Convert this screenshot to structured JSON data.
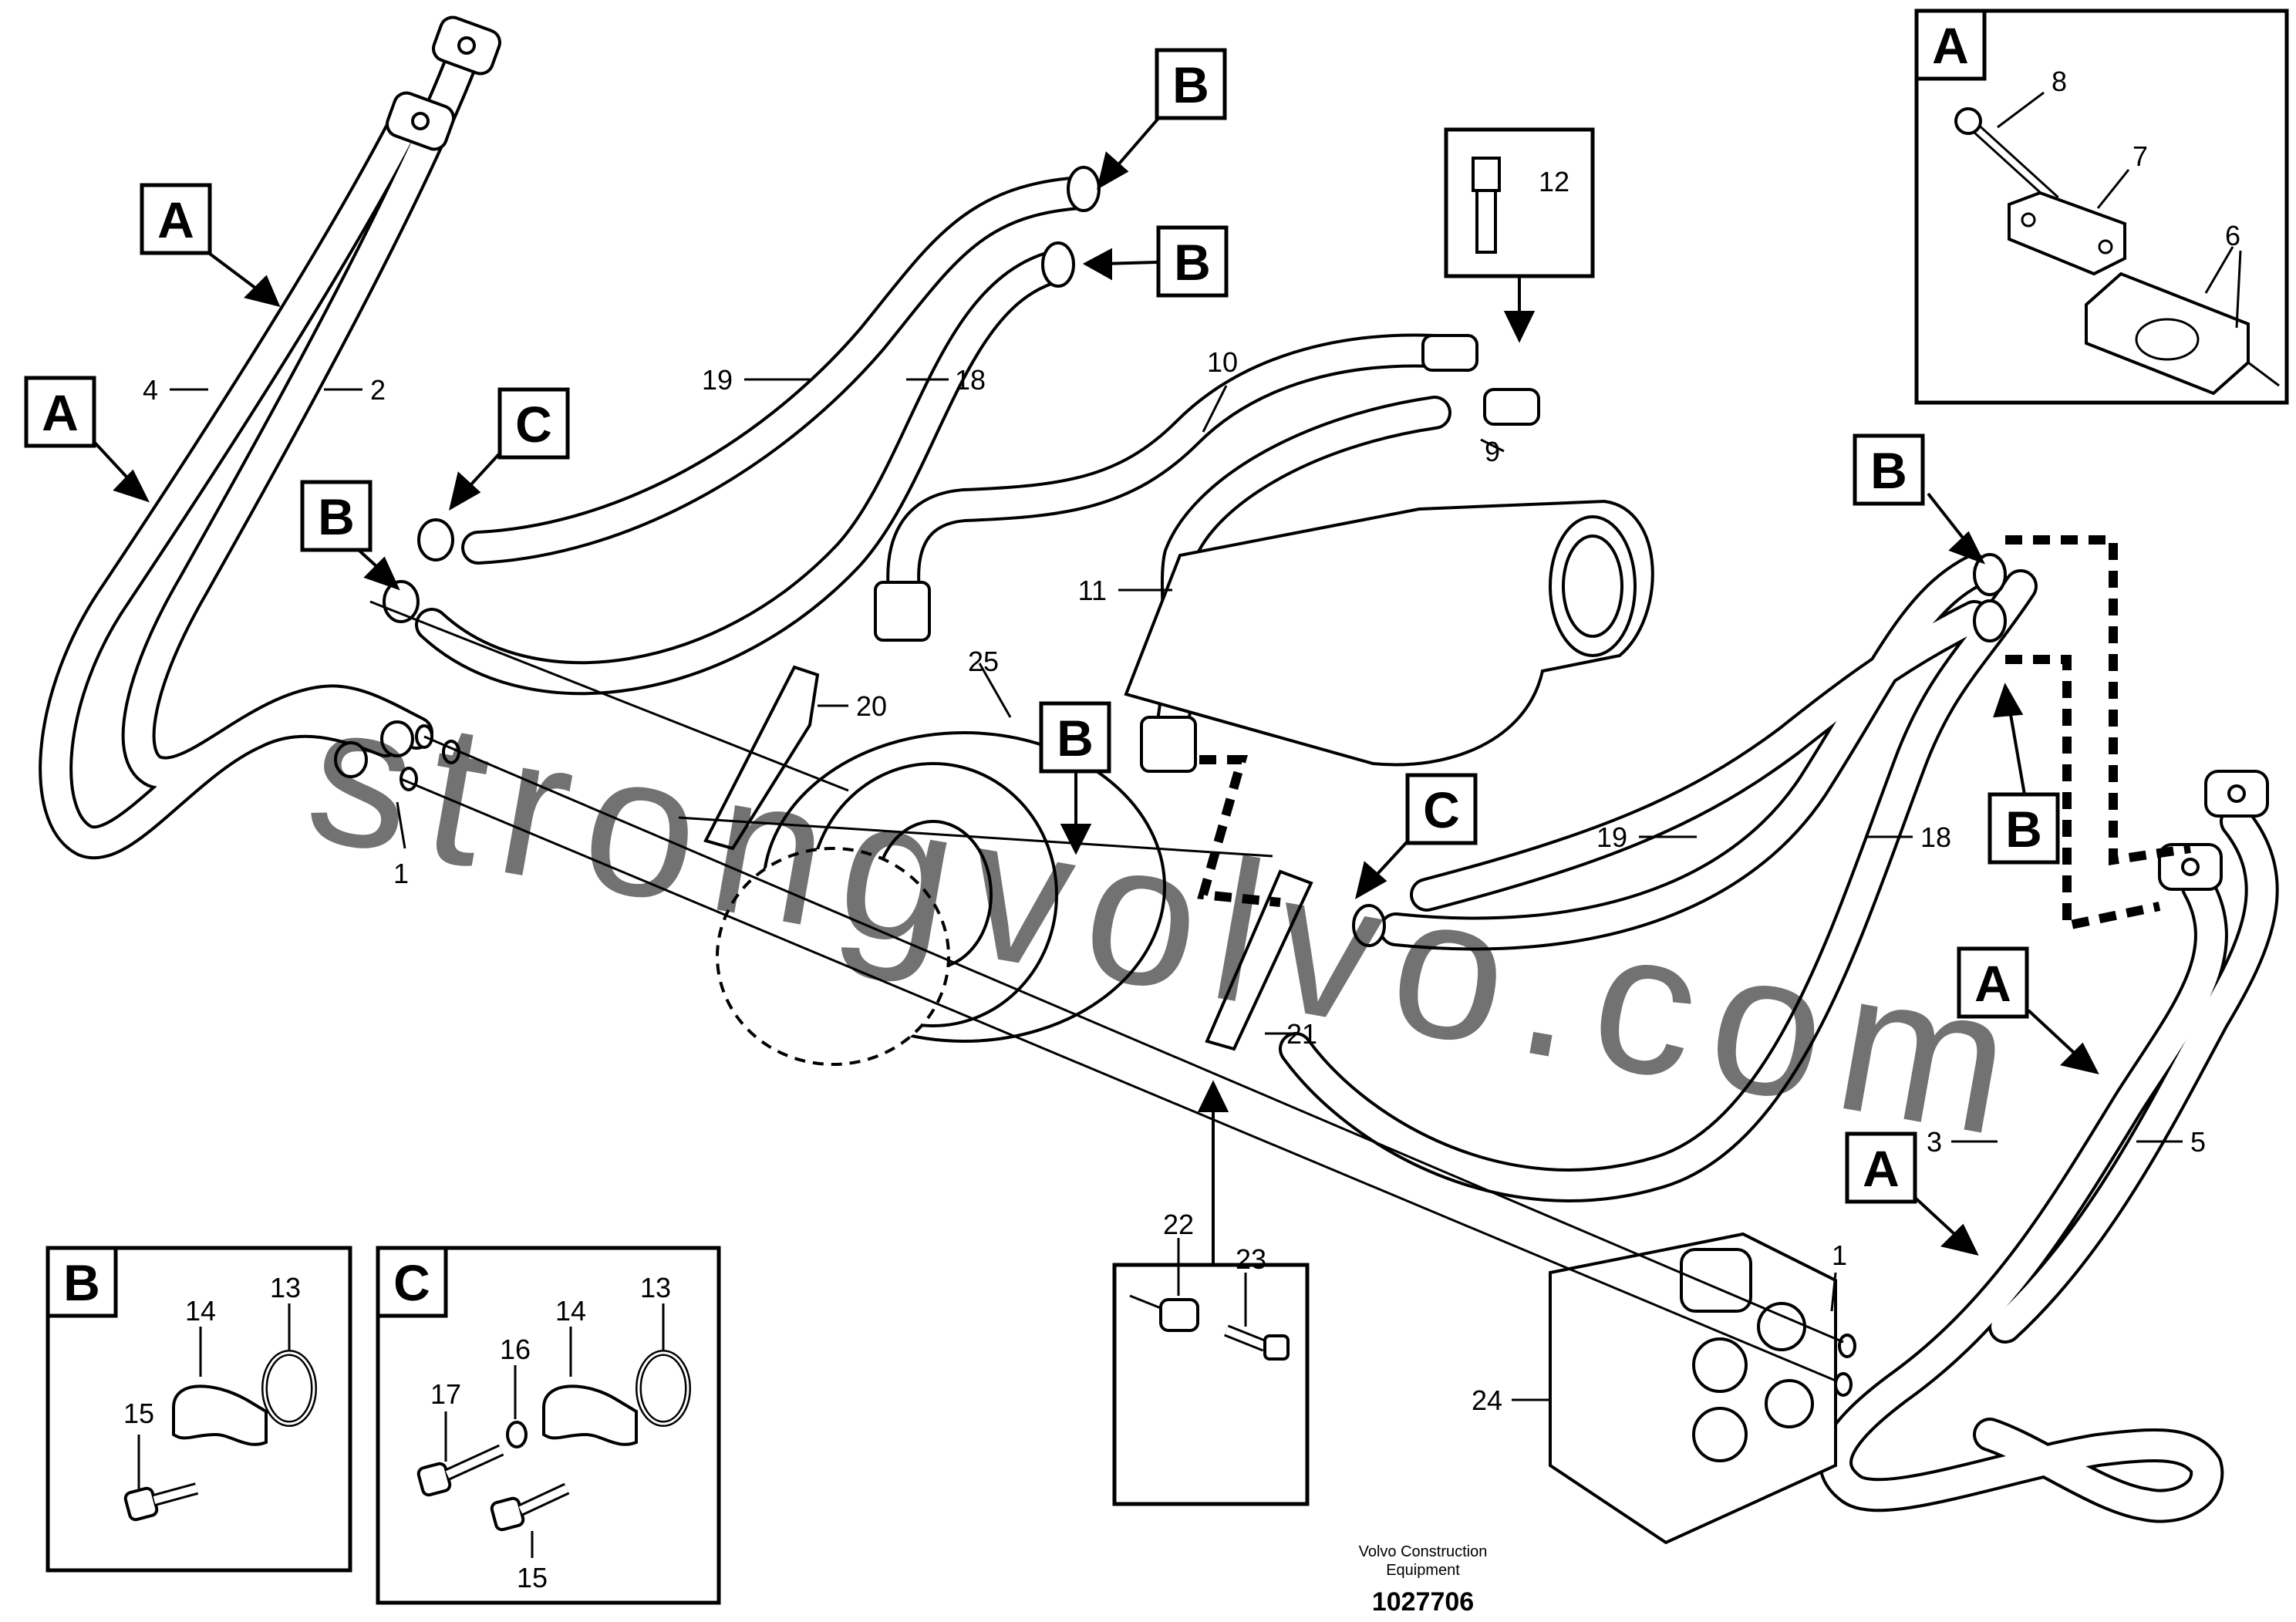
{
  "callouts": {
    "a1": "A",
    "a2": "A",
    "a3": "A",
    "a4": "A",
    "b1": "B",
    "b2": "B",
    "b3": "B",
    "b4": "B",
    "b5": "B",
    "c1": "C",
    "c2": "C"
  },
  "parts": {
    "p1a": "1",
    "p1b": "1",
    "p2": "2",
    "p3": "3",
    "p4": "4",
    "p5": "5",
    "p6": "6",
    "p7": "7",
    "p8": "8",
    "p9": "9",
    "p10": "10",
    "p11": "11",
    "p12": "12",
    "p18a": "18",
    "p18b": "18",
    "p19a": "19",
    "p19b": "19",
    "p20": "20",
    "p21": "21",
    "p22": "22",
    "p23": "23",
    "p24": "24",
    "p25": "25"
  },
  "detail_a": {
    "title": "A",
    "labels": [
      "8",
      "7",
      "6"
    ]
  },
  "detail_b": {
    "title": "B",
    "labels": [
      "13",
      "14",
      "15"
    ]
  },
  "detail_c": {
    "title": "C",
    "labels": [
      "13",
      "14",
      "16",
      "17",
      "15"
    ]
  },
  "detail_bolt": {
    "labels": [
      "22",
      "23"
    ]
  },
  "caption": {
    "line1": "Volvo Construction",
    "line2": "Equipment",
    "doc_number": "1027706"
  },
  "watermark": "strongvolvo.com",
  "colors": {
    "line": "#000000",
    "watermark": "#e69a9a"
  }
}
